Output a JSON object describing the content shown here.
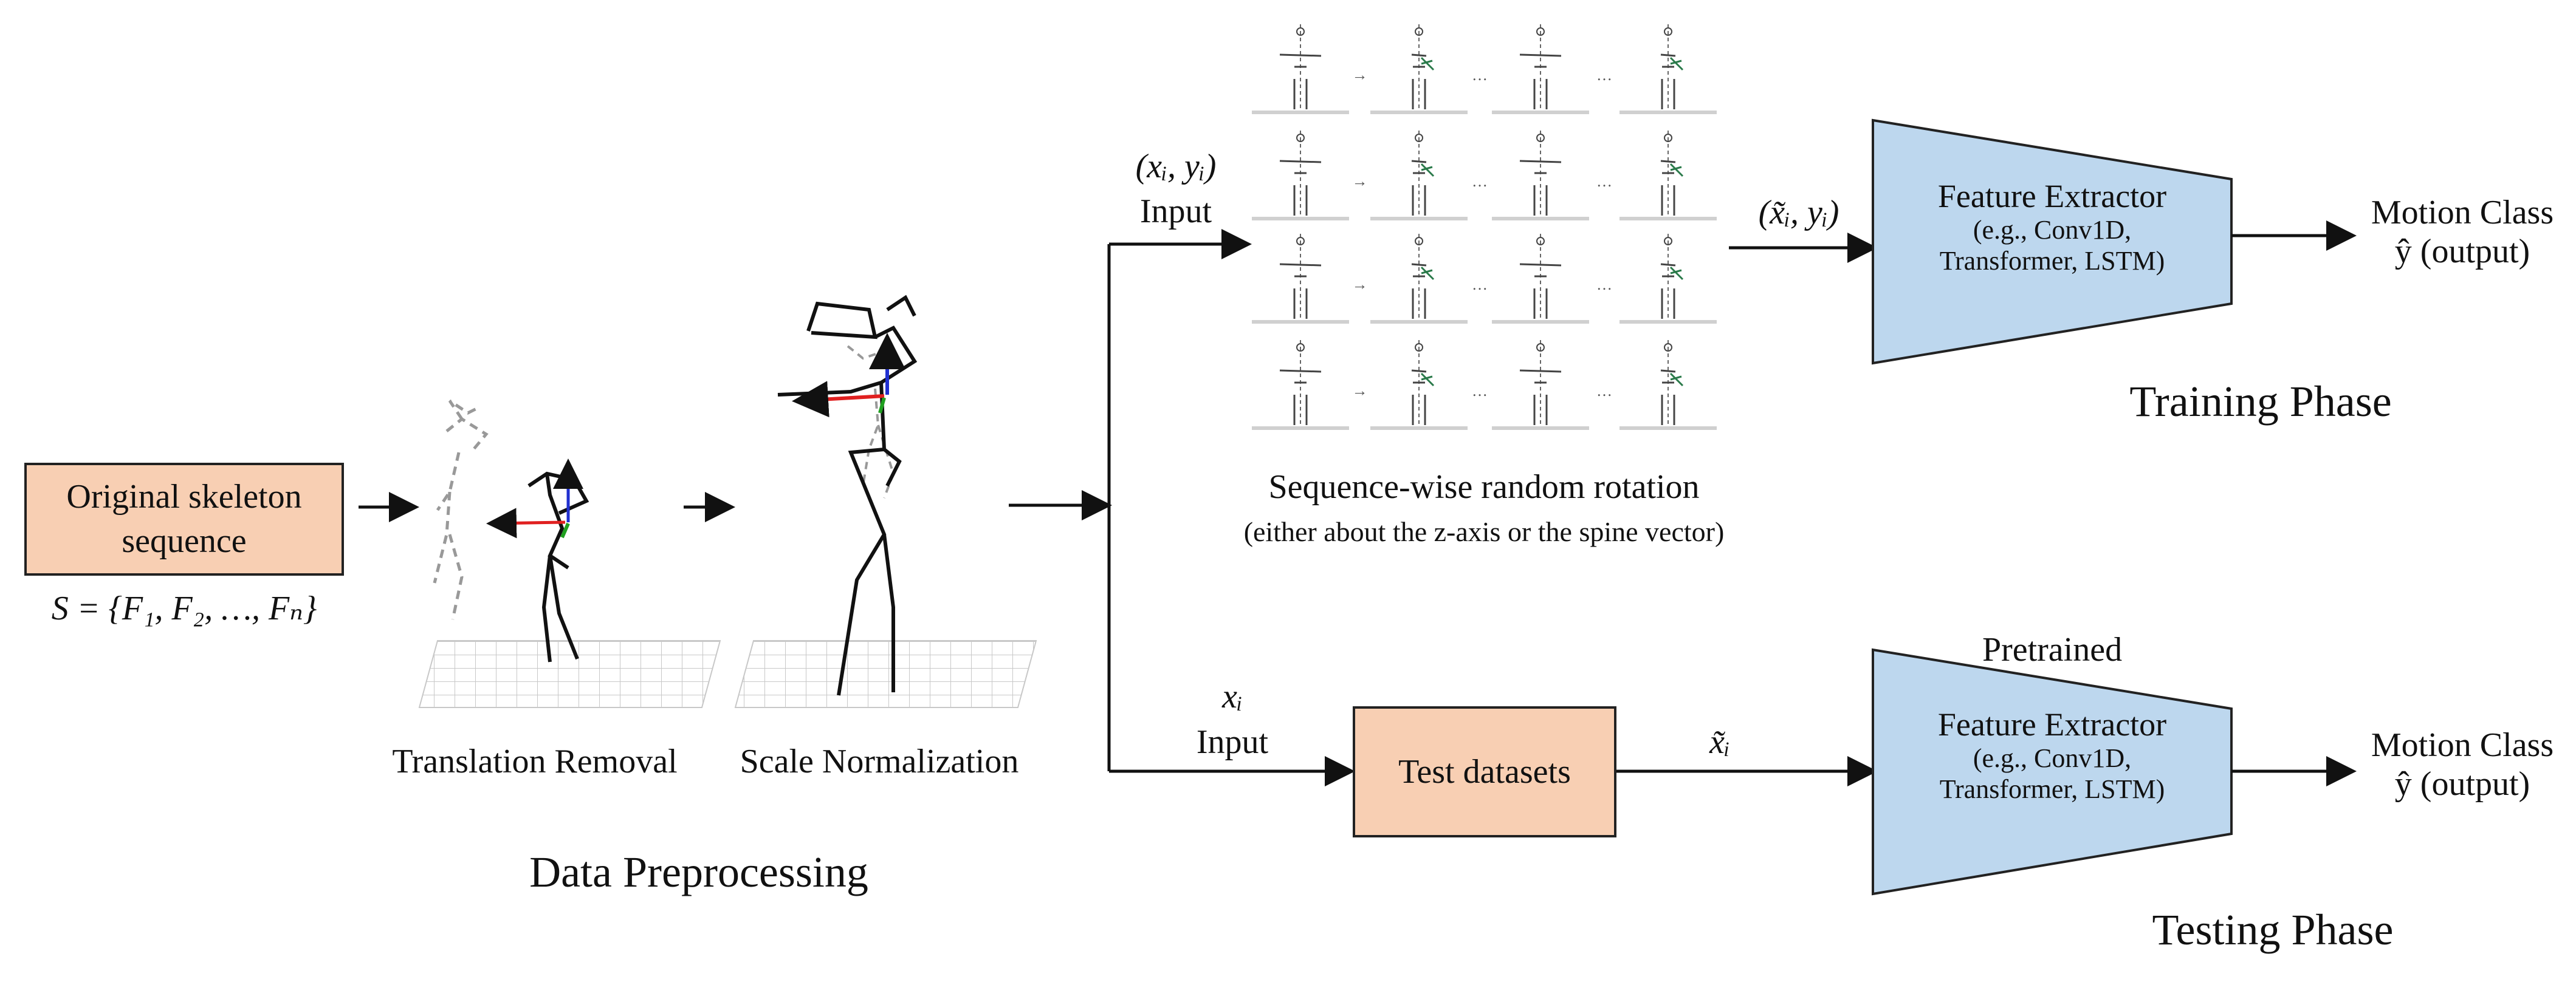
{
  "original": {
    "box_label_line1": "Original skeleton",
    "box_label_line2": "sequence",
    "formula": "S = {F₁, F₂, …, Fₙ}"
  },
  "preprocessing": {
    "translation_label": "Translation Removal",
    "scale_label": "Scale Normalization",
    "title": "Data Preprocessing"
  },
  "training": {
    "input_symbol": "(xᵢ, yᵢ)",
    "input_label": "Input",
    "rotation_title": "Sequence-wise random rotation",
    "rotation_note": "(either about the z-axis or the spine vector)",
    "rotated_symbol": "(x̃ᵢ, yᵢ)",
    "extractor_title": "Feature Extractor",
    "extractor_sub1": "(e.g., Conv1D,",
    "extractor_sub2": "Transformer, LSTM)",
    "output_line1": "Motion Class",
    "output_line2": "ŷ (output)",
    "phase_title": "Training Phase"
  },
  "testing": {
    "input_symbol": "xᵢ",
    "input_label": "Input",
    "datasets_label": "Test datasets",
    "tilde_symbol": "x̃ᵢ",
    "pretrained_label": "Pretrained",
    "extractor_title": "Feature Extractor",
    "extractor_sub1": "(e.g., Conv1D,",
    "extractor_sub2": "Transformer, LSTM)",
    "output_line1": "Motion Class",
    "output_line2": "ŷ (output)",
    "phase_title": "Testing Phase"
  },
  "colors": {
    "box_fill": "#f8cfb3",
    "extractor_fill": "#bdd7ee",
    "axis_red": "#e02020",
    "axis_blue": "#2030d0",
    "axis_green": "#20a020"
  }
}
